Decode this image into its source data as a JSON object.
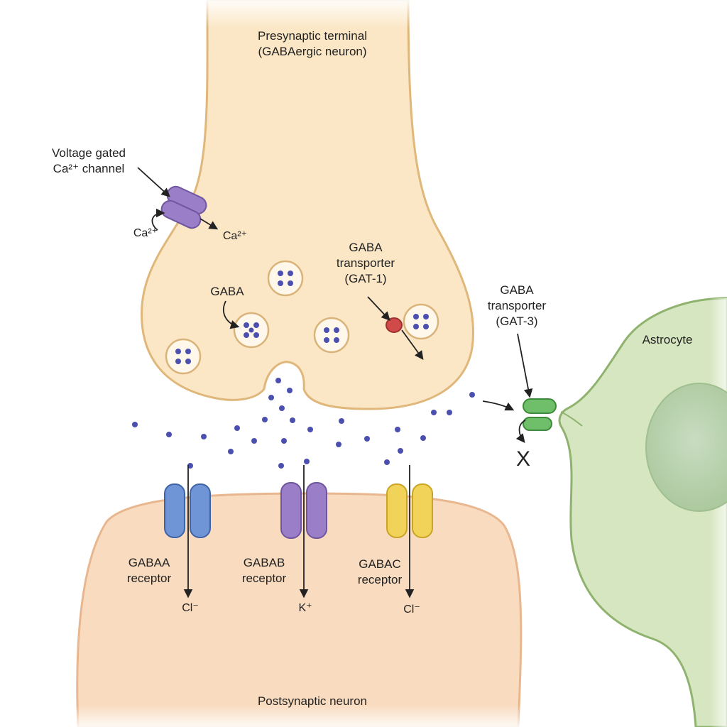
{
  "labels": {
    "presynaptic_line1": "Presynaptic terminal",
    "presynaptic_line2": "(GABAergic neuron)",
    "vgcc_line1": "Voltage gated",
    "vgcc_line2": "Ca²⁺ channel",
    "ca_in": "Ca²⁺",
    "ca_out": "Ca²⁺",
    "gaba": "GABA",
    "gat1_line1": "GABA",
    "gat1_line2": "transporter",
    "gat1_line3": "(GAT-1)",
    "gat3_line1": "GABA",
    "gat3_line2": "transporter",
    "gat3_line3": "(GAT-3)",
    "astrocyte": "Astrocyte",
    "block_mark": "X",
    "gaba_a_line1": "GABAA",
    "gaba_a_line2": "receptor",
    "gaba_b_line1": "GABAB",
    "gaba_b_line2": "receptor",
    "gaba_c_line1": "GABAC",
    "gaba_c_line2": "receptor",
    "ion_a": "Cl⁻",
    "ion_b": "K⁺",
    "ion_c": "Cl⁻",
    "postsynaptic": "Postsynaptic neuron"
  },
  "colors": {
    "presynaptic_fill": "#fbe7c6",
    "presynaptic_outline": "#e0b77a",
    "postsynaptic_fill": "#f9dcc0",
    "astrocyte_fill": "#d6e6c0",
    "astrocyte_outline": "#8fb36f",
    "gaba_dot": "#4a4fb0",
    "vesicle_outline": "#d9b37a",
    "vgcc_fill": "#9a7ec8",
    "gat1_fill": "#d04a4a",
    "gat3_fill": "#6fbf6a",
    "gaba_a_fill": "#6f95d6",
    "gaba_b_fill": "#9a7ec8",
    "gaba_c_fill": "#f2d35a"
  }
}
